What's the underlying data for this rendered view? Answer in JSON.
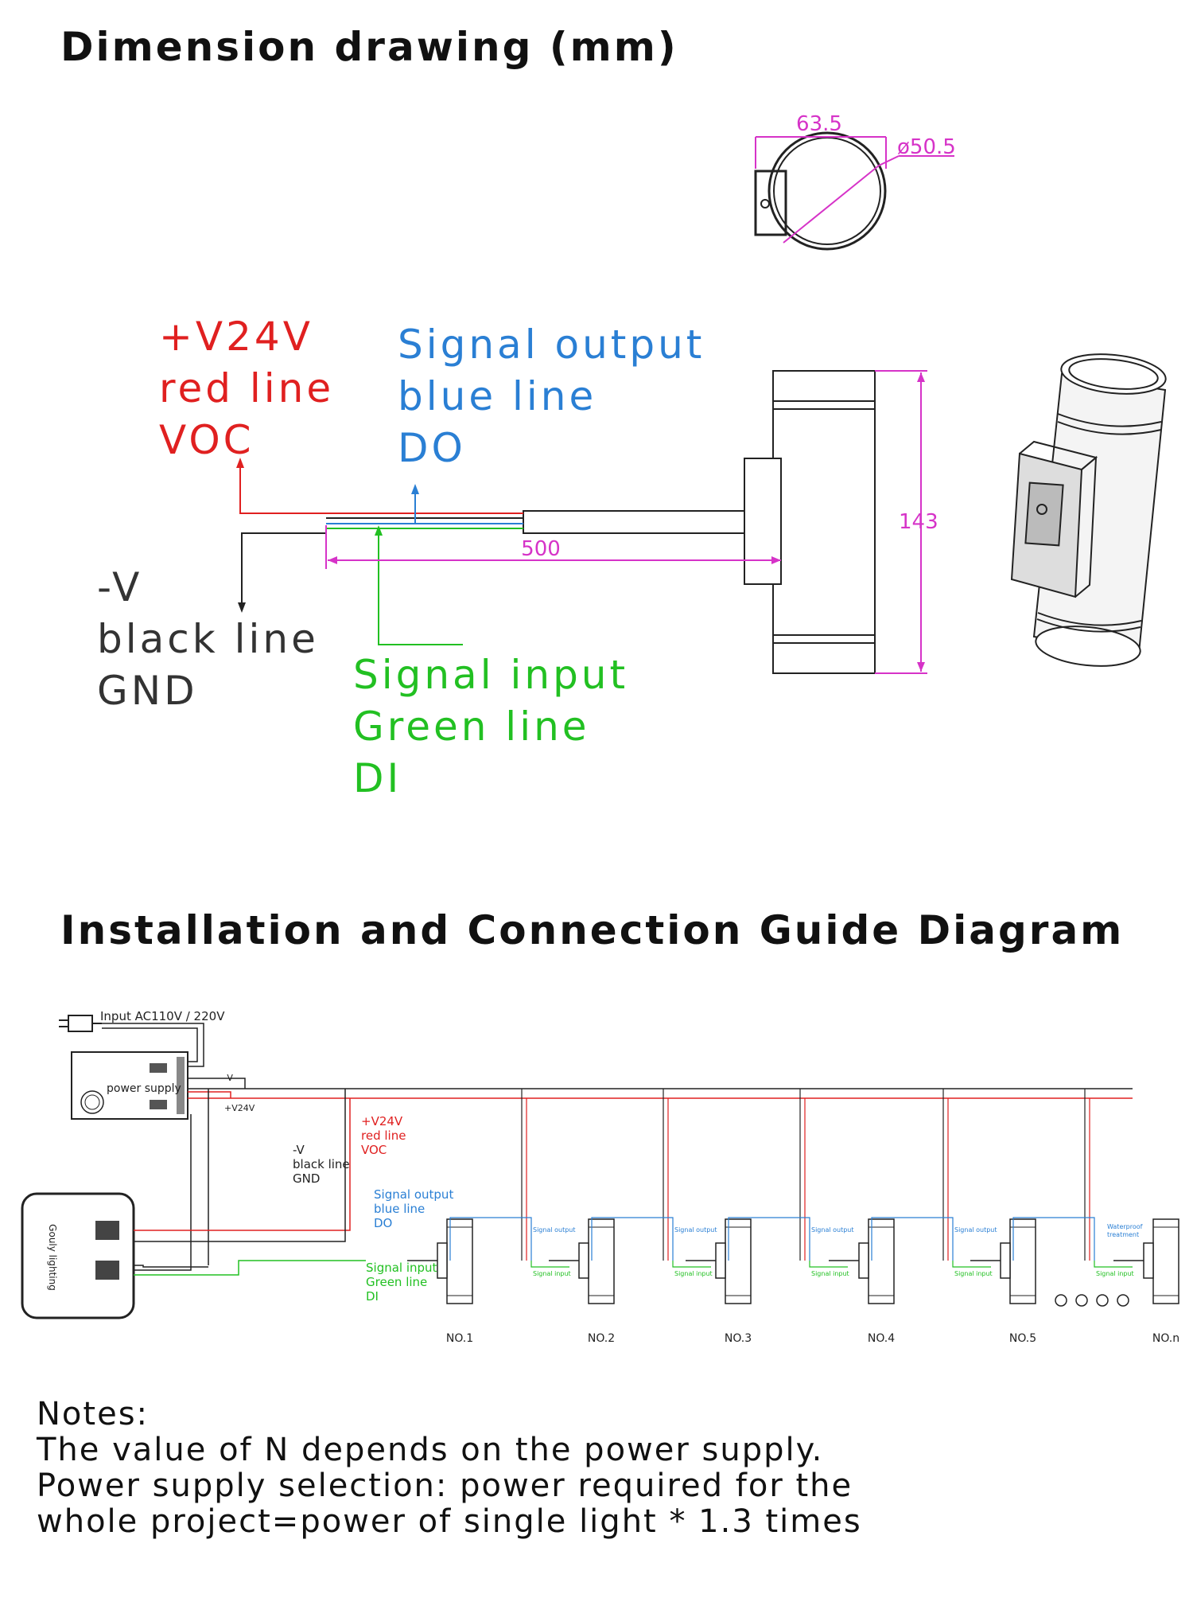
{
  "headings": {
    "dimension": "Dimension drawing (mm)",
    "installation": "Installation and Connection Guide Diagram"
  },
  "dimension_drawing": {
    "top_width": "63.5",
    "diameter": "ø50.5",
    "height": "143",
    "cable_length": "500",
    "positive": [
      "+V24V",
      "red line",
      "VOC"
    ],
    "signal_output": [
      "Signal output",
      "blue line",
      "DO"
    ],
    "negative": [
      "-V",
      "black line",
      "GND"
    ],
    "signal_input": [
      "Signal input",
      "Green line",
      "DI"
    ]
  },
  "installation": {
    "input_label": "Input AC110V / 220V",
    "power_supply_label": "power supply",
    "minus_v": "-V",
    "plus_v24": "+V24V",
    "negative": [
      "-V",
      "black line",
      "GND"
    ],
    "positive": [
      "+V24V",
      "red line",
      "VOC"
    ],
    "signal_output": [
      "Signal output",
      "blue line",
      "DO"
    ],
    "signal_input": [
      "Signal input",
      "Green line",
      "DI"
    ],
    "small_signal_output": "Signal output",
    "small_signal_input": "Signal input",
    "waterproof": [
      "Waterproof",
      "treatment"
    ],
    "controller_label": "Gouly lighting",
    "fixture_labels": [
      "NO.1",
      "NO.2",
      "NO.3",
      "NO.4",
      "NO.5",
      "NO.n"
    ]
  },
  "notes": [
    "Notes:",
    "The value of N depends on the power supply.",
    "Power supply selection: power required for the",
    "whole project=power of single light * 1.3 times"
  ],
  "colors": {
    "red": "#e02020",
    "blue": "#2a7fd4",
    "green": "#22c022",
    "magenta": "#d633c8",
    "black": "#222222"
  }
}
